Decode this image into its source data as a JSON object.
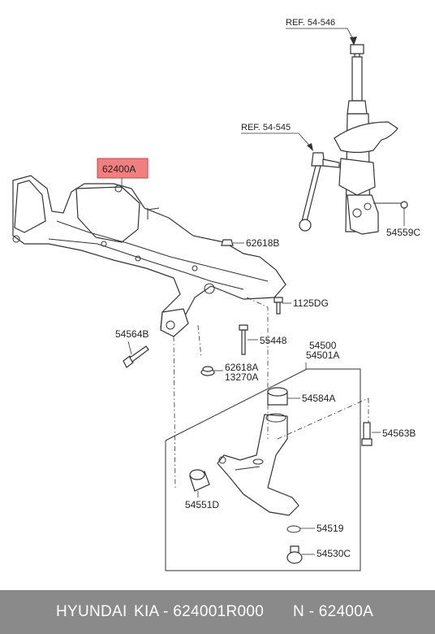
{
  "labels": {
    "ref_546": "REF. 54-546",
    "ref_545": "REF. 54-545",
    "p62400A": "62400A",
    "p62618B": "62618B",
    "p1125DG": "1125DG",
    "p54559C": "54559C",
    "p54564B": "54564B",
    "p55448": "55448",
    "p62618A": "62618A",
    "p13270A": "13270A",
    "p54500": "54500",
    "p54501A": "54501A",
    "p54584A": "54584A",
    "p54563B": "54563B",
    "p54551D": "54551D",
    "p54519": "54519",
    "p54530C": "54530C"
  },
  "colors": {
    "highlight_fill": "#f08080",
    "highlight_stroke": "#d04040",
    "footer_bg": "#8a8a8a",
    "footer_text": "#ffffff"
  },
  "footer": {
    "brand": "HYUNDAI",
    "part_number": "KIA - 624001R000",
    "ref_number": "N - 62400A"
  }
}
